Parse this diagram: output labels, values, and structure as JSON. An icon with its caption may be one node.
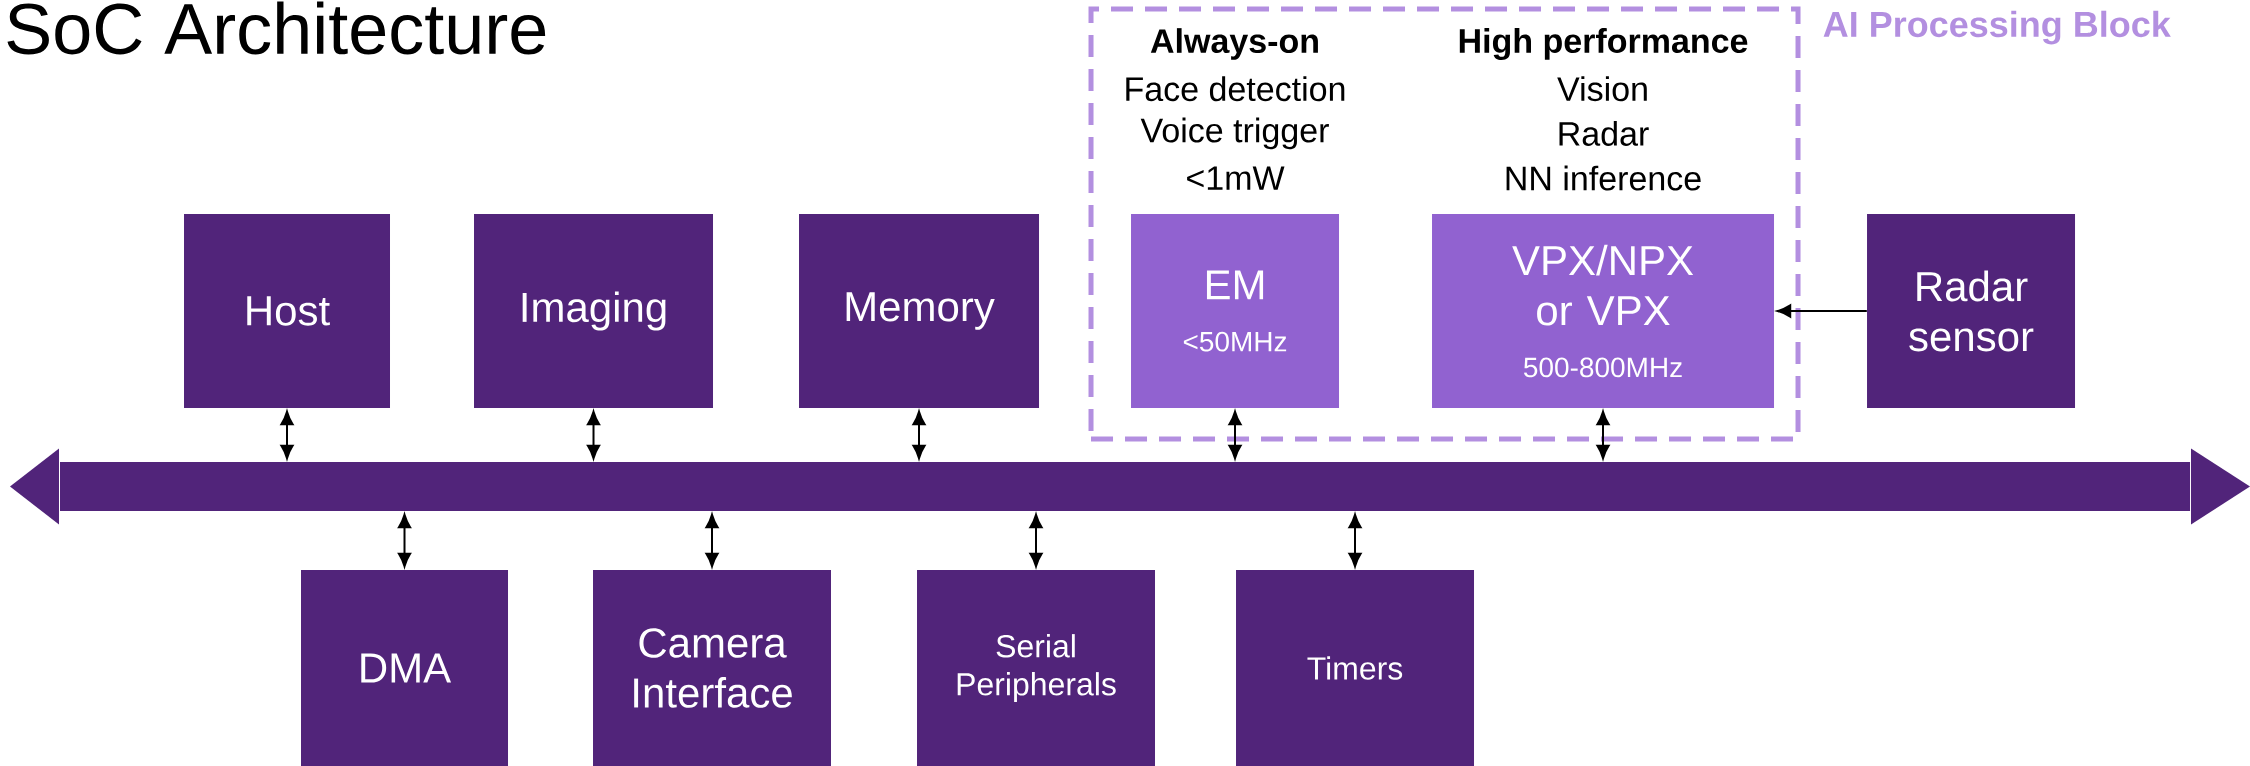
{
  "diagram": {
    "title": "SoC Architecture",
    "nodes": [
      {
        "text": [
          "AI Processing Block"
        ]
      },
      {
        "text": [
          "Host"
        ]
      },
      {
        "text": [
          "Imaging"
        ]
      },
      {
        "text": [
          "Memory"
        ]
      },
      {
        "text": [
          "EM",
          "<50MHz"
        ],
        "in": 0,
        "beside": [
          "Always-on",
          "Face detection",
          "Voice trigger",
          "<1mW"
        ]
      },
      {
        "text": [
          "VPX/NPX or VPX",
          "500-800MHz"
        ],
        "in": 0,
        "beside": [
          "High performance",
          "Vision",
          "Radar",
          "NN inference"
        ]
      },
      {
        "text": [
          "Radar sensor"
        ]
      },
      {
        "text": [],
        "shape": "bar"
      },
      {
        "text": [
          "DMA"
        ]
      },
      {
        "text": [
          "Camera Interface"
        ]
      },
      {
        "text": [
          "Serial Peripherals"
        ]
      },
      {
        "text": [
          "Timers"
        ]
      }
    ],
    "edges": [
      {
        "from": 1,
        "to": 7,
        "arrow": "both"
      },
      {
        "from": 2,
        "to": 7,
        "arrow": "both"
      },
      {
        "from": 3,
        "to": 7,
        "arrow": "both"
      },
      {
        "from": 4,
        "to": 7,
        "arrow": "both"
      },
      {
        "from": 5,
        "to": 7,
        "arrow": "both"
      },
      {
        "from": 6,
        "to": 5,
        "arrow": "to"
      },
      {
        "from": 8,
        "to": 7,
        "arrow": "both"
      },
      {
        "from": 9,
        "to": 7,
        "arrow": "both"
      },
      {
        "from": 10,
        "to": 7,
        "arrow": "both"
      },
      {
        "from": 11,
        "to": 7,
        "arrow": "both"
      }
    ]
  }
}
